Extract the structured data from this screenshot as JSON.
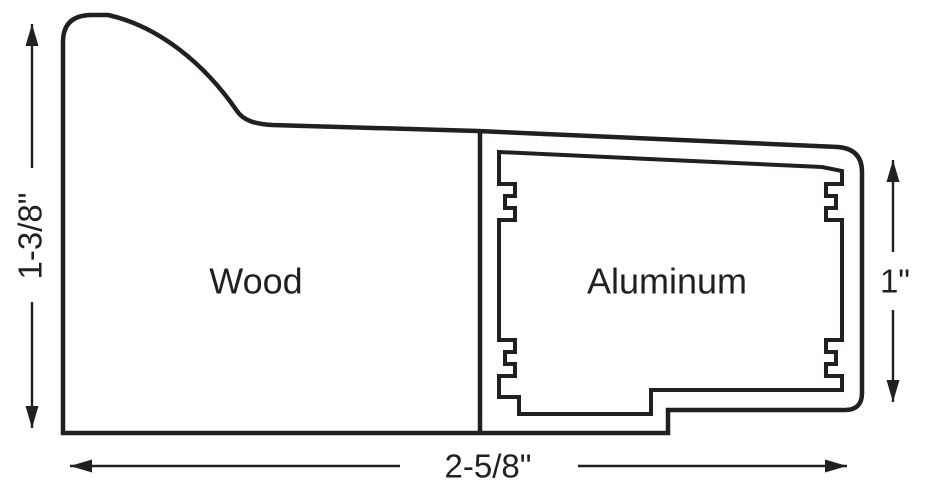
{
  "diagram": {
    "kind": "frame-moulding-cross-section",
    "labels": {
      "wood": "Wood",
      "aluminum": "Aluminum"
    },
    "dimensions": {
      "frame_height": "1-3/8\"",
      "aluminum_height": "1\"",
      "frame_width": "2-5/8\""
    },
    "colors": {
      "line": "#231f20",
      "background": "#ffffff"
    }
  }
}
